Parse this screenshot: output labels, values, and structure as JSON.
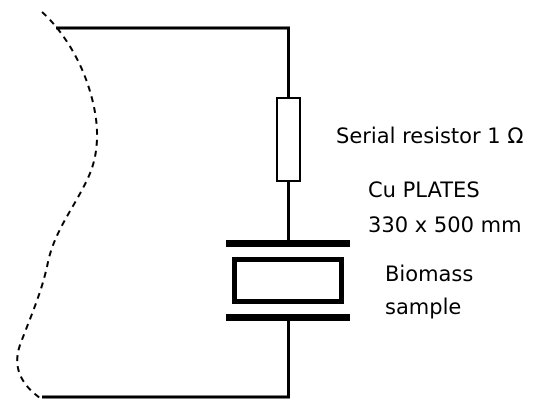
{
  "labels": {
    "resistor": "Serial resistor 1 Ω",
    "plates_line1": "Cu PLATES",
    "plates_line2": "330 x 500 mm",
    "sample_line1": "Biomass",
    "sample_line2": "sample"
  },
  "colors": {
    "stroke": "#000000",
    "background": "#ffffff"
  }
}
